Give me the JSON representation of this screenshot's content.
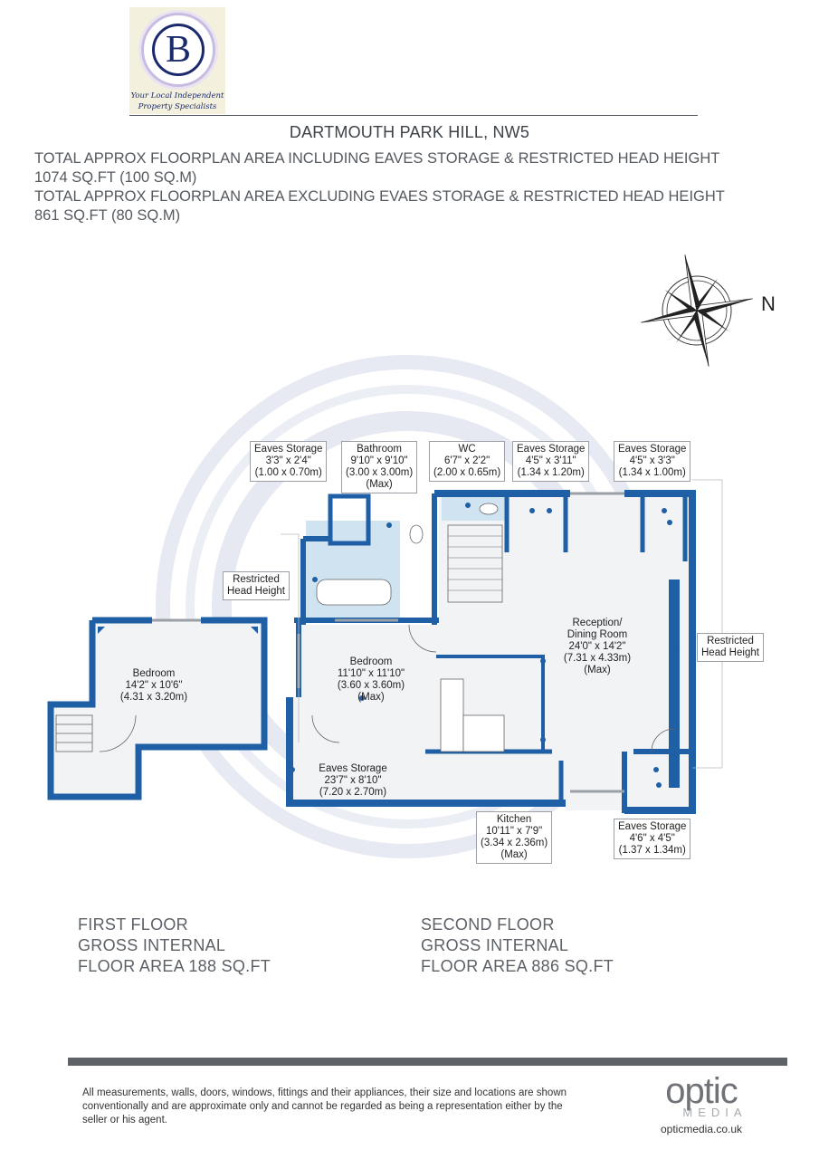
{
  "logo": {
    "letter": "B",
    "tagline_line1": "Your Local Independent",
    "tagline_line2": "Property Specialists"
  },
  "title": "DARTMOUTH PARK HILL, NW5",
  "area_summary": {
    "including_label": "TOTAL APPROX FLOORPLAN AREA INCLUDING EAVES STORAGE & RESTRICTED HEAD HEIGHT",
    "including_value": "1074 SQ.FT (100 SQ.M)",
    "excluding_label": "TOTAL APPROX FLOORPLAN AREA EXCLUDING EVAES STORAGE & RESTRICTED HEAD HEIGHT",
    "excluding_value": "861 SQ.FT (80 SQ.M)"
  },
  "compass": {
    "north_label": "N"
  },
  "rooms": {
    "first_bedroom": {
      "name": "Bedroom",
      "dims": "14'2\" x 10'6\"",
      "metric": "(4.31 x 3.20m)"
    },
    "bedroom": {
      "name": "Bedroom",
      "dims": "11'10\" x 11'10\"",
      "metric": "(3.60 x 3.60m)",
      "note": "(Max)"
    },
    "reception": {
      "name_line1": "Reception/",
      "name_line2": "Dining Room",
      "dims": "24'0\" x 14'2\"",
      "metric": "(7.31 x 4.33m)",
      "note": "(Max)"
    },
    "eaves_long": {
      "name": "Eaves Storage",
      "dims": "23'7\" x 8'10\"",
      "metric": "(7.20 x 2.70m)"
    }
  },
  "callouts": {
    "eaves_1": {
      "name": "Eaves Storage",
      "dims": "3'3\" x 2'4\"",
      "metric": "(1.00 x 0.70m)"
    },
    "bathroom": {
      "name": "Bathroom",
      "dims": "9'10\" x 9'10\"",
      "metric": "(3.00 x 3.00m)",
      "note": "(Max)"
    },
    "wc": {
      "name": "WC",
      "dims": "6'7\" x 2'2\"",
      "metric": "(2.00 x 0.65m)"
    },
    "eaves_2": {
      "name": "Eaves Storage",
      "dims": "4'5\" x 3'11\"",
      "metric": "(1.34 x 1.20m)"
    },
    "eaves_3": {
      "name": "Eaves Storage",
      "dims": "4'5\" x 3'3\"",
      "metric": "(1.34 x 1.00m)"
    },
    "restricted_left": {
      "line1": "Restricted",
      "line2": "Head Height"
    },
    "restricted_right": {
      "line1": "Restricted",
      "line2": "Head Height"
    },
    "kitchen": {
      "name": "Kitchen",
      "dims": "10'11\" x 7'9\"",
      "metric": "(3.34 x 2.36m)",
      "note": "(Max)"
    },
    "eaves_4": {
      "name": "Eaves Storage",
      "dims": "4'6\" x 4'5\"",
      "metric": "(1.37 x 1.34m)"
    }
  },
  "floors": {
    "first": {
      "line1": "FIRST FLOOR",
      "line2": "GROSS INTERNAL",
      "line3": "FLOOR AREA 188 SQ.FT"
    },
    "second": {
      "line1": "SECOND FLOOR",
      "line2": "GROSS INTERNAL",
      "line3": "FLOOR AREA 886 SQ.FT"
    }
  },
  "disclaimer": "All measurements, walls, doors, windows, fittings and their appliances, their size and locations are shown conventionally and are approximate only and cannot be regarded as being a representation either by the seller or his agent.",
  "branding": {
    "word": "optic",
    "sub": "MEDIA",
    "url": "opticmedia.co.uk"
  },
  "colors": {
    "wall": "#1f5fa6",
    "bathroom_fill": "#cfe3f1",
    "floor_fill": "#f2f3f5",
    "watermark": "#e6e8f2"
  }
}
